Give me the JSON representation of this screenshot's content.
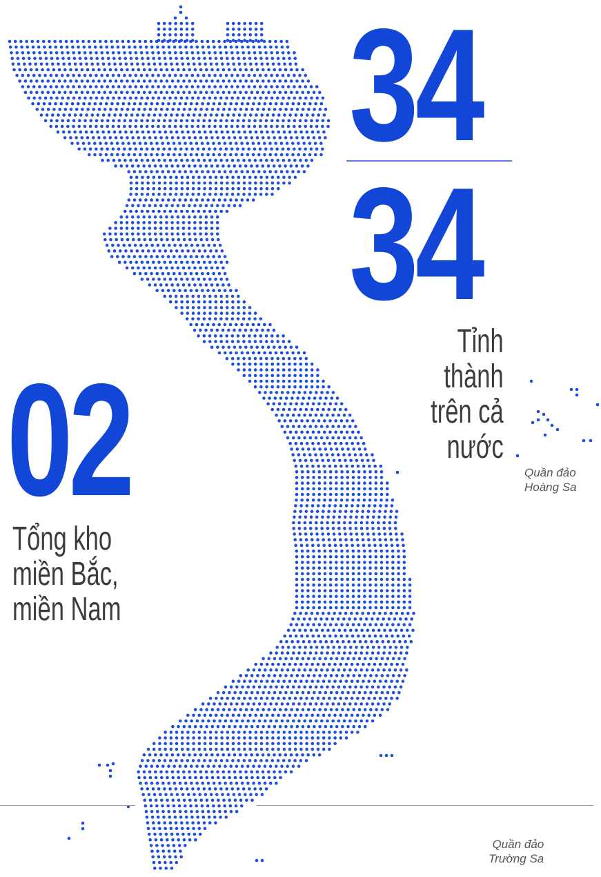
{
  "stats": {
    "provinces_numerator": "34",
    "provinces_denominator": "34",
    "provinces_caption": "Tỉnh\nthành\ntrên cả\nnước",
    "warehouses_number": "02",
    "warehouses_caption": "Tổng kho\nmiền Bắc,\nmiền Nam"
  },
  "islands": {
    "hoang_sa": "Quần đảo\nHoàng Sa",
    "truong_sa": "Quần đảo\nTrường Sa"
  },
  "colors": {
    "accent": "#1246d6",
    "dot": "#1f4fd8",
    "text": "#3c3c3c",
    "divider": "#9a9a9a"
  }
}
